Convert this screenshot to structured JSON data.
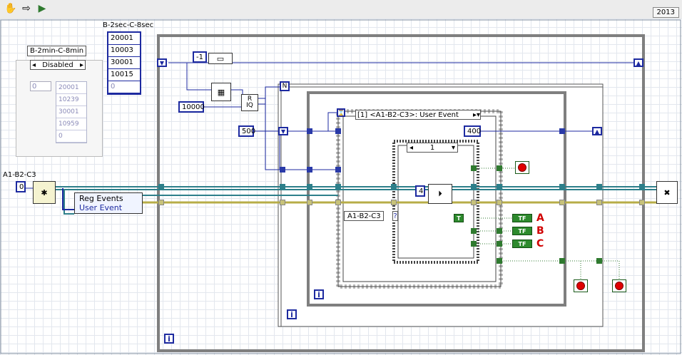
{
  "version": "2013",
  "controls": {
    "b2sec": {
      "label": "B-2sec-C-8sec",
      "values": [
        "20001",
        "10003",
        "30001",
        "10015",
        "0"
      ]
    },
    "b2min": {
      "label": "B-2min-C-8min",
      "ring": "Disabled",
      "index": "0",
      "values": [
        "20001",
        "10239",
        "30001",
        "10959",
        "0"
      ]
    },
    "a1": {
      "label": "A1-B2-C3",
      "value": "0"
    }
  },
  "constants": {
    "neg1": "-1",
    "c10000": "10000",
    "c500": "500",
    "c400": "400",
    "c4": "4",
    "tconst": "T"
  },
  "nodes": {
    "quotient_r": "R",
    "quotient_iq": "IQ",
    "loop_n": "N"
  },
  "regevents": {
    "title": "Reg Events",
    "event": "User Event"
  },
  "event_structure": {
    "selector": "[1] <A1-B2-C3>: User Event",
    "data": "A1-B2-C3",
    "data_q": "?"
  },
  "case_structure": {
    "selector": "1"
  },
  "indicators": {
    "tf": "TF",
    "a": "A",
    "b": "B",
    "c": "C"
  },
  "iteration": "i",
  "icons": [
    "hand-icon",
    "arrow-icon",
    "run-icon",
    "stop-icon",
    "bundle-icon",
    "x-icon"
  ]
}
